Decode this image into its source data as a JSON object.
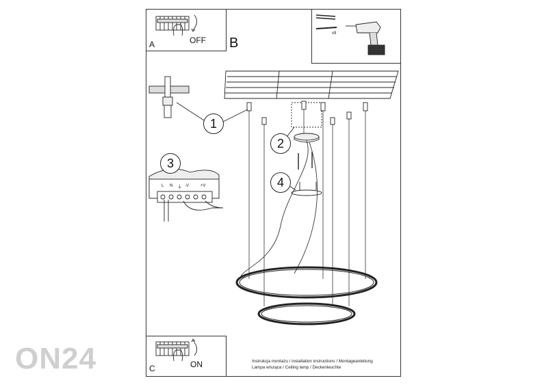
{
  "panel_a": {
    "label": "A",
    "switch_text": "OFF"
  },
  "main_label": "B",
  "panel_c": {
    "label": "C",
    "switch_text": "ON"
  },
  "drill": {
    "screw_count": "x9"
  },
  "steps": [
    "1",
    "2",
    "3",
    "4"
  ],
  "terminal_labels": [
    "L",
    "N",
    "⏚",
    "-V",
    "+V"
  ],
  "caption": {
    "line1": "Instrukcja montażu / installation instructions / Montageanleitung",
    "line2": "Lampa wisząca / Ceiling lamp / Deckenleuchte"
  },
  "watermark": "ON24"
}
